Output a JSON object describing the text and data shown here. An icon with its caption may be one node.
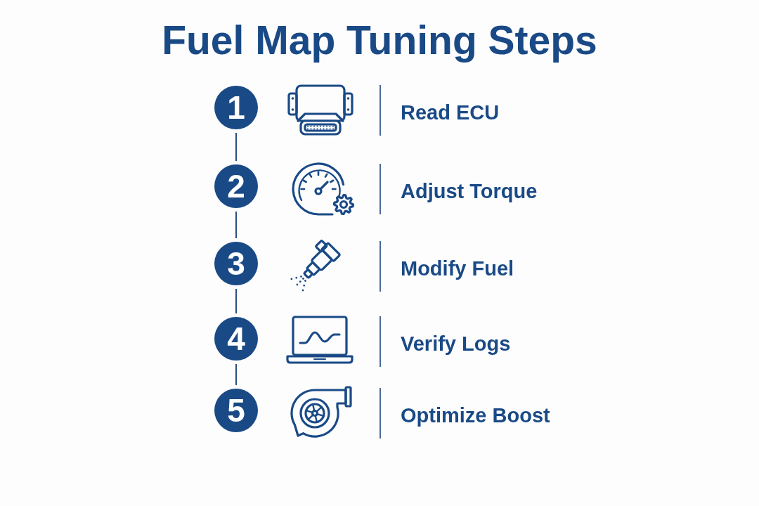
{
  "diagram": {
    "title": "Fuel Map Tuning Steps",
    "nodes": [
      {
        "text": [
          "1"
        ]
      },
      {
        "text": [
          "2"
        ]
      },
      {
        "text": [
          "3"
        ]
      },
      {
        "text": [
          "4"
        ]
      },
      {
        "text": [
          "5"
        ]
      }
    ],
    "edges": [
      {
        "from": 0,
        "to": 1,
        "arrow": "none"
      },
      {
        "from": 1,
        "to": 2,
        "arrow": "none"
      },
      {
        "from": 2,
        "to": 3,
        "arrow": "none"
      },
      {
        "from": 3,
        "to": 4,
        "arrow": "none"
      }
    ],
    "labels": [
      "Read ECU",
      "Adjust Torque",
      "Modify Fuel",
      "Verify Logs",
      "Optimize Boost"
    ]
  }
}
